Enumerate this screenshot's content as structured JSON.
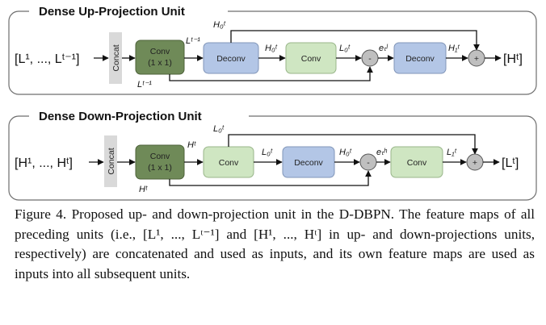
{
  "up_unit": {
    "title": "Dense Up-Projection Unit",
    "input": "[L¹, ..., Lᵗ⁻¹]",
    "output": "[Hᵗ]",
    "concat": "Concat",
    "conv1x1_line1": "Conv",
    "conv1x1_line2": "(1 x 1)",
    "deconv1": "Deconv",
    "conv": "Conv",
    "deconv2": "Deconv",
    "minus": "-",
    "plus": "+",
    "sig_l_top": "Lᵗ⁻¹",
    "sig_l_bottom": "Lᵗ⁻¹",
    "sig_h0_top": "H₀ᵗ",
    "sig_h0_mid": "H₀ᵗ",
    "sig_l0": "L₀ᵗ",
    "sig_e": "eₜˡ",
    "sig_h1": "H₁ᵗ"
  },
  "down_unit": {
    "title": "Dense Down-Projection Unit",
    "input": "[H¹, ..., Hᵗ]",
    "output": "[Lᵗ]",
    "concat": "Concat",
    "conv1x1_line1": "Conv",
    "conv1x1_line2": "(1 x 1)",
    "conv1": "Conv",
    "deconv": "Deconv",
    "conv2": "Conv",
    "minus": "-",
    "plus": "+",
    "sig_h_top": "Hᵗ",
    "sig_h_bottom": "Hᵗ",
    "sig_l0_top": "L₀ᵗ",
    "sig_l0_mid": "L₀ᵗ",
    "sig_h0": "H₀ᵗ",
    "sig_e": "eₜʰ",
    "sig_l1": "L₁ᵗ"
  },
  "caption": "Figure 4. Proposed up- and down-projection unit in the D-DBPN. The feature maps of all preceding units (i.e., [L¹, ..., Lᵗ⁻¹] and [H¹, ..., Hᵗ] in up- and down-projections units, respectively) are concatenated and used as inputs, and its own feature maps are used as inputs into all subsequent units.",
  "colors": {
    "concat_fill": "#d9d9d9",
    "conv1x1_fill": "#6f8a58",
    "deconv_fill": "#b3c6e6",
    "conv_fill": "#cfe6c2",
    "frame_stroke": "#6e6e6e"
  }
}
